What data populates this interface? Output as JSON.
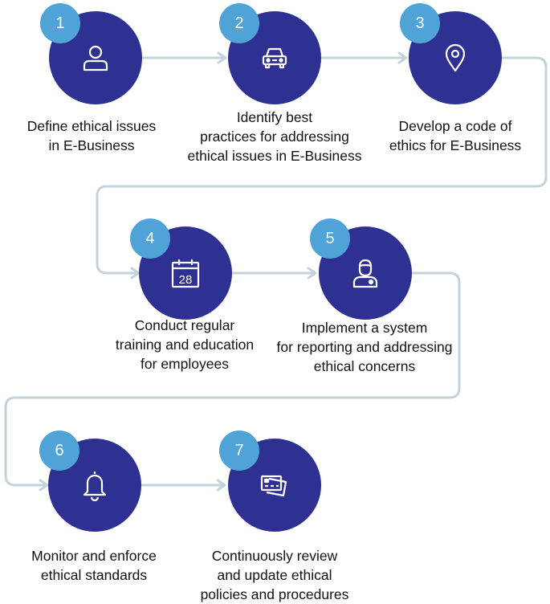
{
  "colors": {
    "circle": "#2f3192",
    "badge": "#4fa3d6",
    "connector": "#c3d3dc",
    "icon": "#ffffff"
  },
  "steps": [
    {
      "number": "1",
      "icon": "user-icon",
      "label": "Define ethical issues\nin E-Business"
    },
    {
      "number": "2",
      "icon": "car-icon",
      "label": "Identify best\npractices for addressing\nethical issues in E-Business"
    },
    {
      "number": "3",
      "icon": "location-pin-icon",
      "label": "Develop a code of\nethics for E-Business"
    },
    {
      "number": "4",
      "icon": "calendar-icon",
      "calendar_day": "28",
      "label": "Conduct regular\ntraining and education\nfor employees"
    },
    {
      "number": "5",
      "icon": "person-badge-icon",
      "label": "Implement a system\nfor reporting and addressing\nethical concerns"
    },
    {
      "number": "6",
      "icon": "bell-icon",
      "label": "Monitor and enforce\nethical standards"
    },
    {
      "number": "7",
      "icon": "credit-cards-icon",
      "label": "Continuously review\nand update ethical\npolicies and procedures"
    }
  ]
}
